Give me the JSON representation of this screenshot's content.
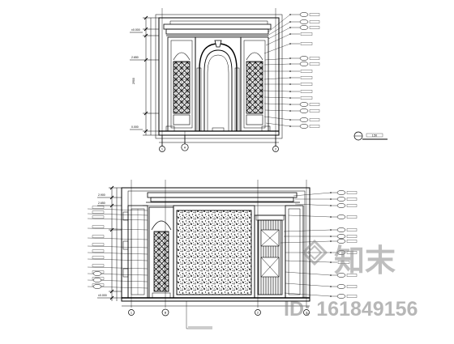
{
  "drawing": {
    "top_elevation_scale_label": "1:50",
    "watermark": {
      "brand_glyphs": "知末",
      "id_text": "ID: 161849156"
    }
  }
}
